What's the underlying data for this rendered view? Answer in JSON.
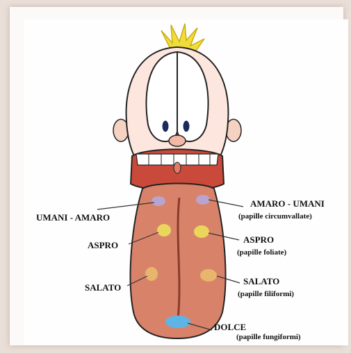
{
  "labels": {
    "umani_amaro": "UMANI - AMARO",
    "amaro_umani": "AMARO - UMANI",
    "circumvallate": "(papille circumvallate)",
    "aspro_left": "ASPRO",
    "aspro_right": "ASPRO",
    "foliate": "(papille foliate)",
    "salato_left": "SALATO",
    "salato_right": "SALATO",
    "filiformi": "(papille filiformi)",
    "dolce": "DOLCE",
    "fungiformi": "(papille fungiformi)"
  },
  "colors": {
    "tongue": "#d9826a",
    "amaro_zone": "#b9a4cf",
    "aspro_zone": "#e9d65a",
    "salato_zone": "#e7b56b",
    "dolce_zone": "#5fb4e6",
    "hair": "#f0dc3c"
  }
}
